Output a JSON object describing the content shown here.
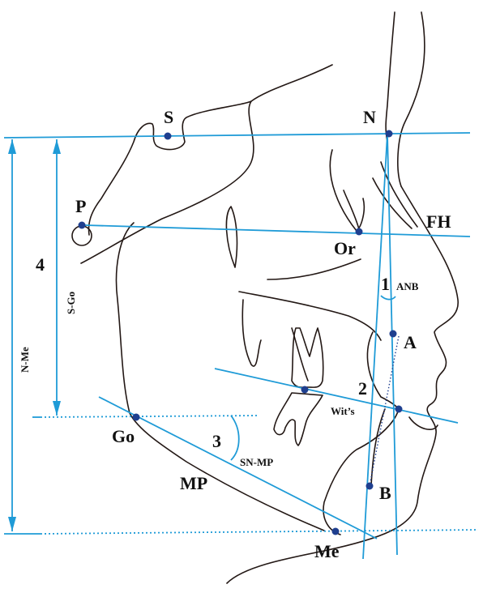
{
  "colors": {
    "reference_line": "#1f9bd7",
    "landmark_point": "#1f3f8f",
    "outline": "#231815"
  },
  "landmarks": {
    "S": "S",
    "N": "N",
    "P": "P",
    "Or": "Or",
    "A": "A",
    "B": "B",
    "Go": "Go",
    "Me": "Me",
    "FH": "FH",
    "MP": "MP"
  },
  "measurements": {
    "m1": {
      "number": "1",
      "name": "ANB"
    },
    "m2": {
      "number": "2",
      "name": "Wit’s"
    },
    "m3": {
      "number": "3",
      "name": "SN-MP"
    },
    "m4": {
      "number": "4"
    }
  },
  "vertical_labels": {
    "s_go": "S-Go",
    "n_me": "N-Me"
  }
}
